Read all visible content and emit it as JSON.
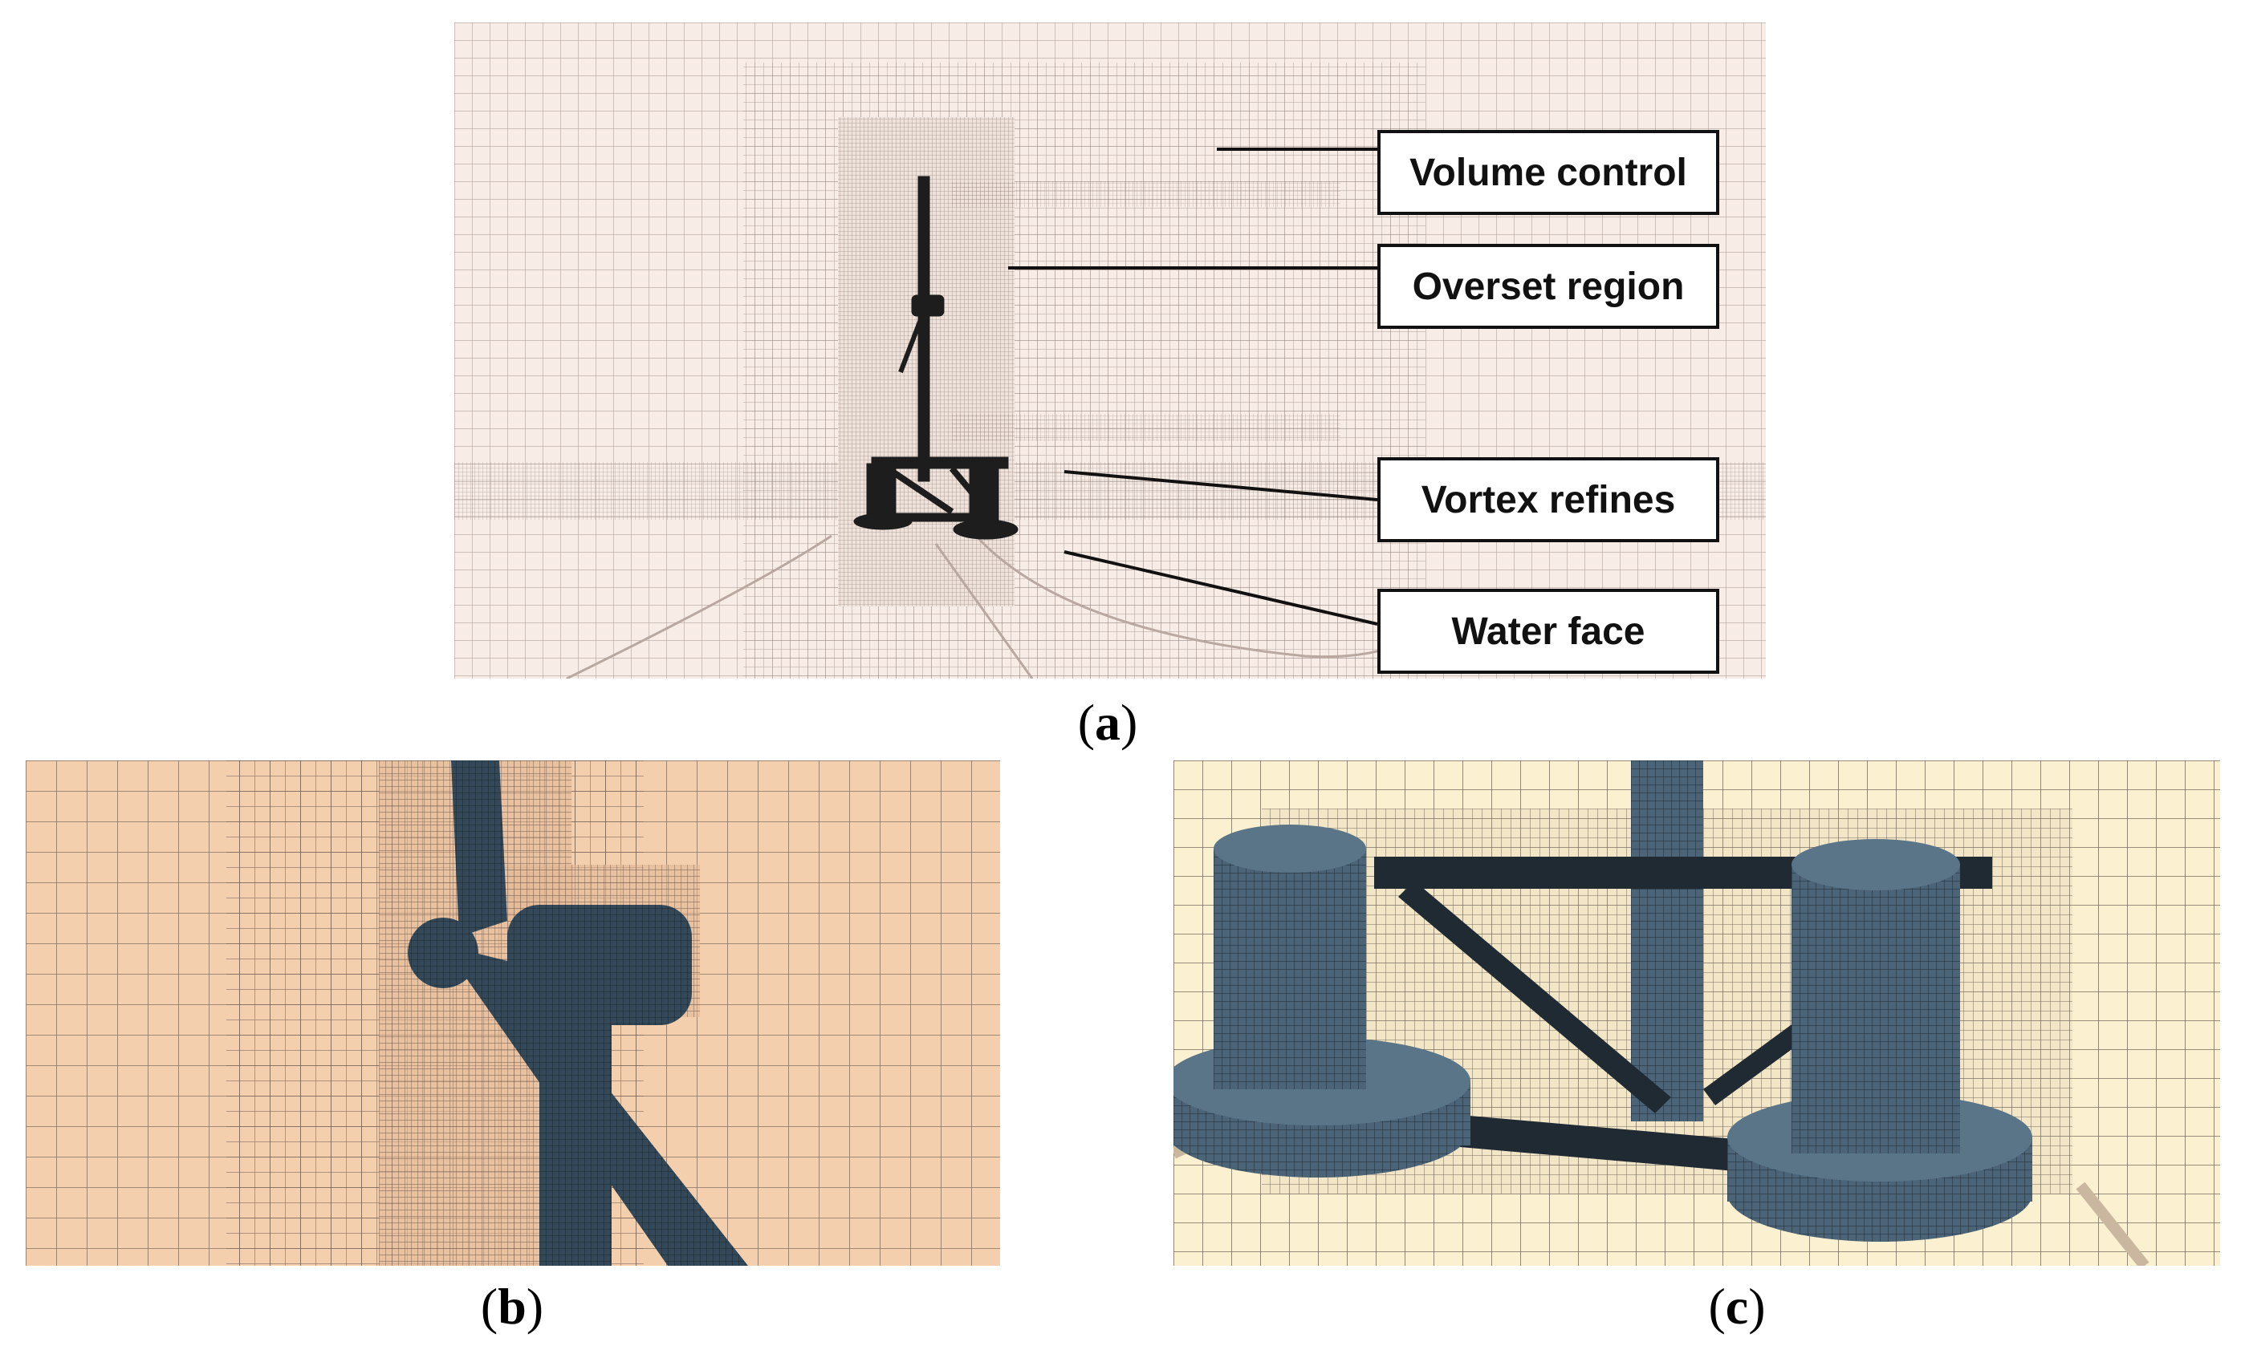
{
  "panel_a": {
    "labels": [
      "Volume control",
      "Overset region",
      "Vortex refines",
      "Water face"
    ],
    "caption_letter": "a"
  },
  "panel_b": {
    "caption_letter": "b"
  },
  "panel_c": {
    "caption_letter": "c"
  },
  "colors": {
    "mesh_background_a": "#f7ece6",
    "mesh_background_b": "#f3cfae",
    "mesh_background_c": "#fbf0cf",
    "grid_line": "#6b5a52",
    "structure": "#2b3a47",
    "mooring": "#c9b7a0"
  },
  "icons": [
    "wind-turbine-silhouette",
    "turbine-nacelle-mesh",
    "semi-submersible-platform-mesh"
  ]
}
